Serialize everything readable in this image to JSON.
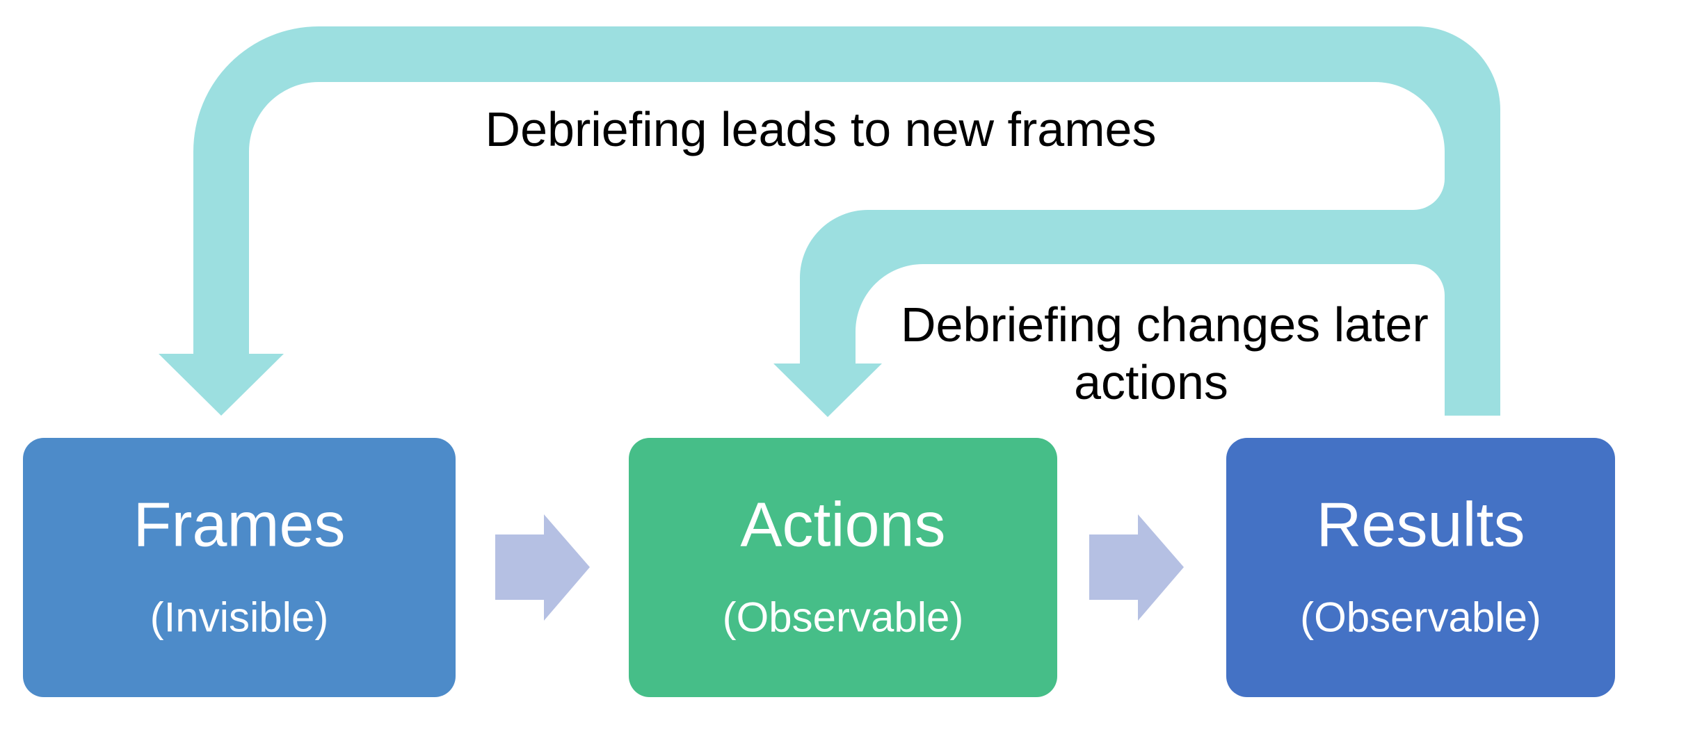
{
  "colors": {
    "background": "#ffffff",
    "teal_arrow": "#9cdfe0",
    "flow_arrow": "#b5c0e3",
    "frames_box": "#4d8bc9",
    "actions_box": "#46be88",
    "results_box": "#4472c5",
    "box_text": "#ffffff",
    "label_text": "#000000"
  },
  "labels": {
    "debrief_frames": "Debriefing leads to new frames",
    "debrief_actions_line1": "Debriefing changes later",
    "debrief_actions_line2": "actions"
  },
  "boxes": [
    {
      "title": "Frames",
      "subtitle": "(Invisible)"
    },
    {
      "title": "Actions",
      "subtitle": "(Observable)"
    },
    {
      "title": "Results",
      "subtitle": "(Observable)"
    }
  ]
}
